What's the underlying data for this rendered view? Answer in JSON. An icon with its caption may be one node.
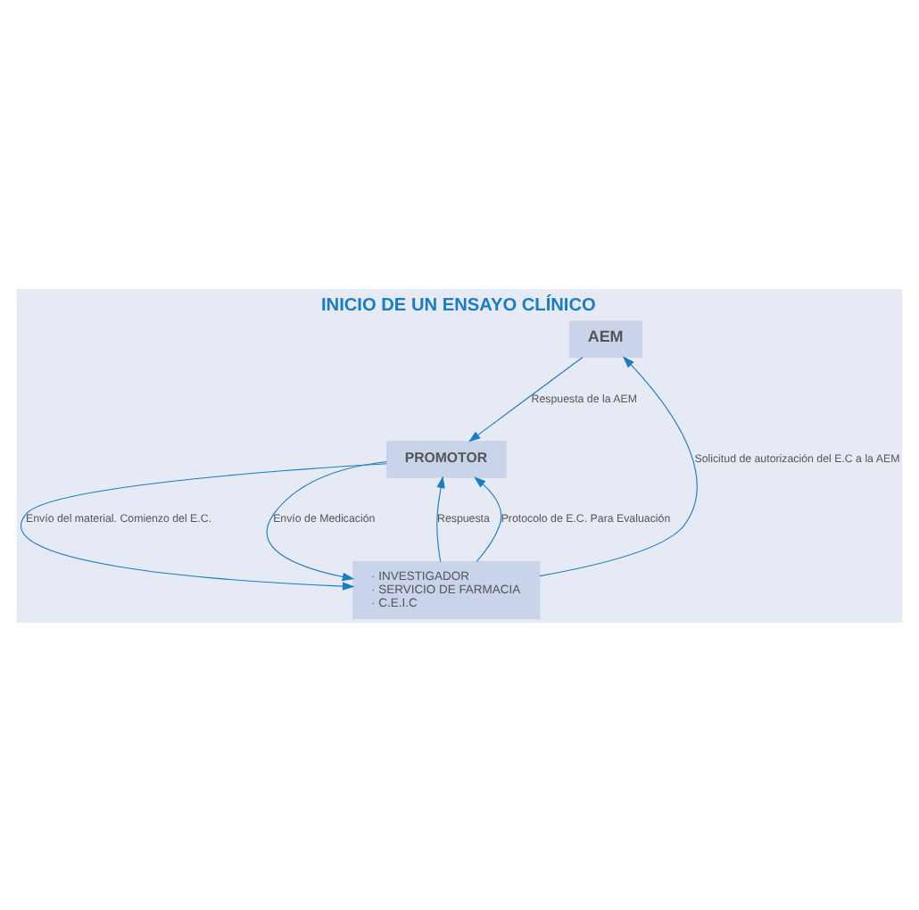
{
  "diagram": {
    "title": "INICIO DE UN ENSAYO CLÍNICO",
    "nodes": [
      {
        "text": [
          "AEM"
        ]
      },
      {
        "text": [
          "PROMOTOR"
        ]
      },
      {
        "text": [
          "· INVESTIGADOR",
          "· SERVICIO DE FARMACIA",
          "· C.E.I.C"
        ]
      }
    ],
    "edges": [
      {
        "from": 2,
        "to": 0,
        "arrow": "to",
        "label": "Solicitud de autorización del E.C a la AEM"
      },
      {
        "from": 0,
        "to": 1,
        "arrow": "to",
        "label": "Respuesta de la AEM"
      },
      {
        "from": 1,
        "to": 2,
        "arrow": "to",
        "label": "Envío del material. Comienzo del E.C."
      },
      {
        "from": 1,
        "to": 2,
        "arrow": "to",
        "label": "Envío de Medicación"
      },
      {
        "from": 2,
        "to": 1,
        "arrow": "to",
        "label": "Respuesta"
      },
      {
        "from": 2,
        "to": 1,
        "arrow": "to",
        "label": "Protocolo de E.C. Para Evaluación"
      }
    ]
  }
}
